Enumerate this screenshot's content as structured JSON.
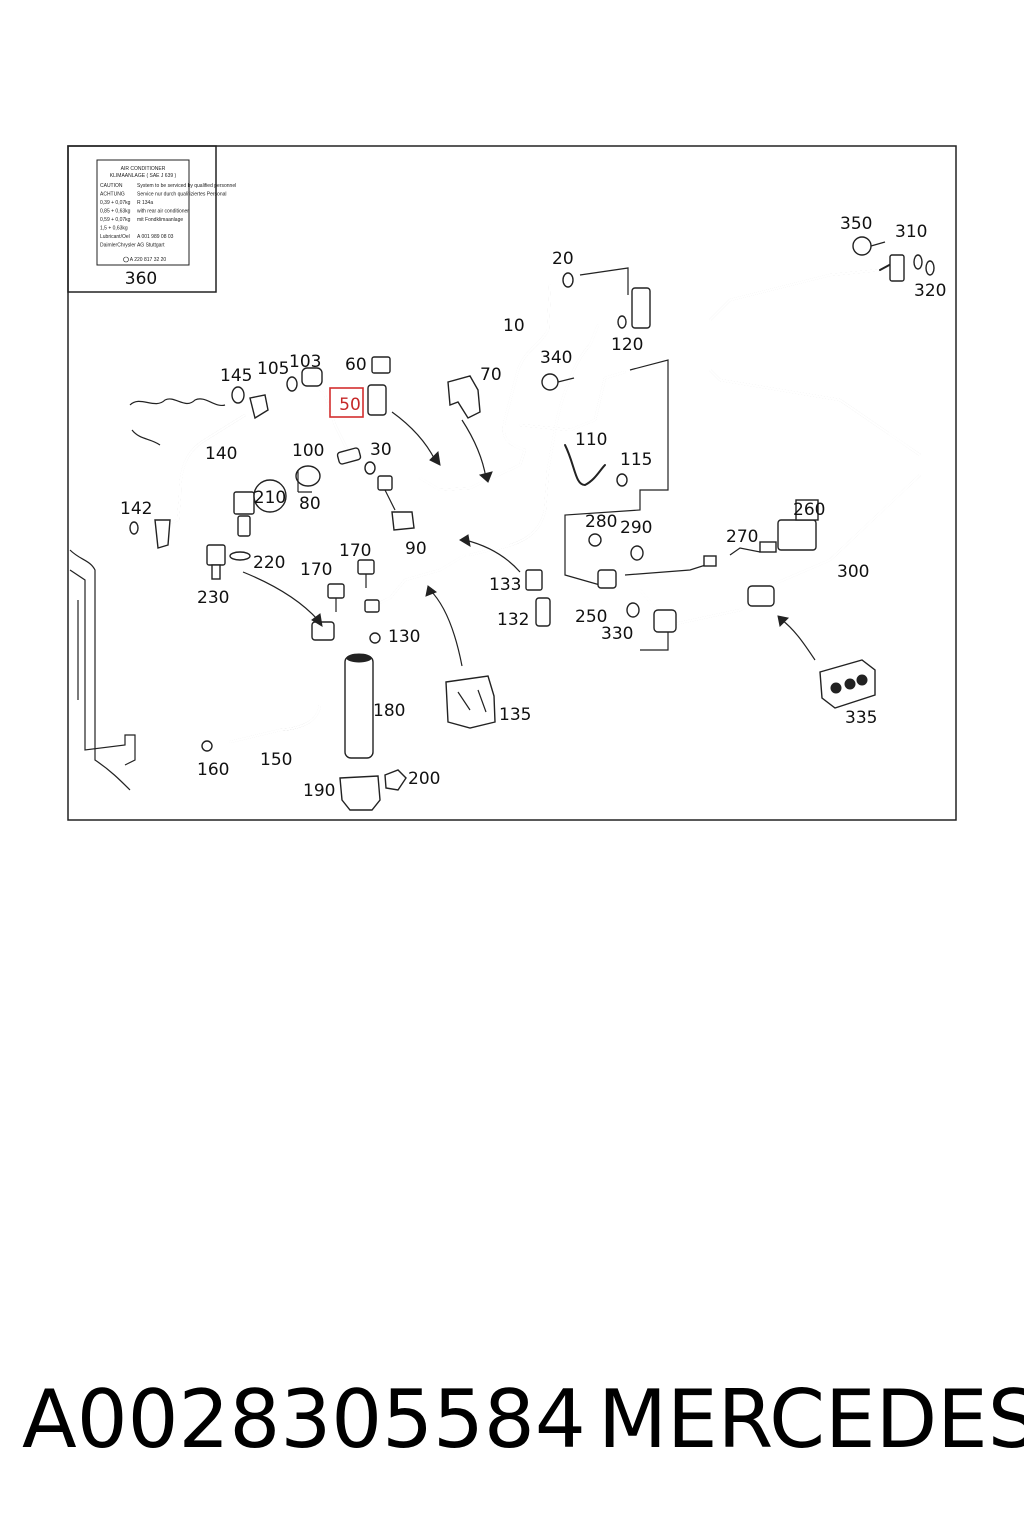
{
  "diagram": {
    "sticker": {
      "title_1": "AIR CONDITIONER",
      "title_2": "KLIMAANLAGE ( SAE J 639 )",
      "rows": [
        [
          "CAUTION",
          "System to be serviced by qualified personnel"
        ],
        [
          "ACHTUNG",
          "Service nur durch qualifiziertes Personal"
        ],
        [
          "0,39 + 0,07kg",
          "R 134a"
        ],
        [
          "0,85 + 0,63kg",
          "with rear air conditioner"
        ],
        [
          "0,59 + 0,07kg",
          "mit Fondklimaanlage"
        ],
        [
          "1,5 + 0,63kg",
          ""
        ],
        [
          "Lubricant/Oel",
          "A 001 989 08 03"
        ],
        [
          "DaimlerChrysler AG Stuttgart",
          ""
        ]
      ],
      "code": "A 220 817 32 20",
      "number": "360"
    },
    "highlighted_label": "50",
    "labels": {
      "l10": "10",
      "l20": "20",
      "l30": "30",
      "l60": "60",
      "l70": "70",
      "l80": "80",
      "l90": "90",
      "l100": "100",
      "l103": "103",
      "l105": "105",
      "l110": "110",
      "l115": "115",
      "l120": "120",
      "l130": "130",
      "l132": "132",
      "l133": "133",
      "l135": "135",
      "l140": "140",
      "l142": "142",
      "l145": "145",
      "l150": "150",
      "l160": "160",
      "l170a": "170",
      "l170b": "170",
      "l180": "180",
      "l190": "190",
      "l200": "200",
      "l210": "210",
      "l220": "220",
      "l230": "230",
      "l250": "250",
      "l260": "260",
      "l270": "270",
      "l280": "280",
      "l290": "290",
      "l300": "300",
      "l310": "310",
      "l320": "320",
      "l330": "330",
      "l335": "335",
      "l340": "340",
      "l350": "350"
    }
  },
  "footer": {
    "part_number": "A0028305584",
    "brand": "MERCEDES"
  }
}
